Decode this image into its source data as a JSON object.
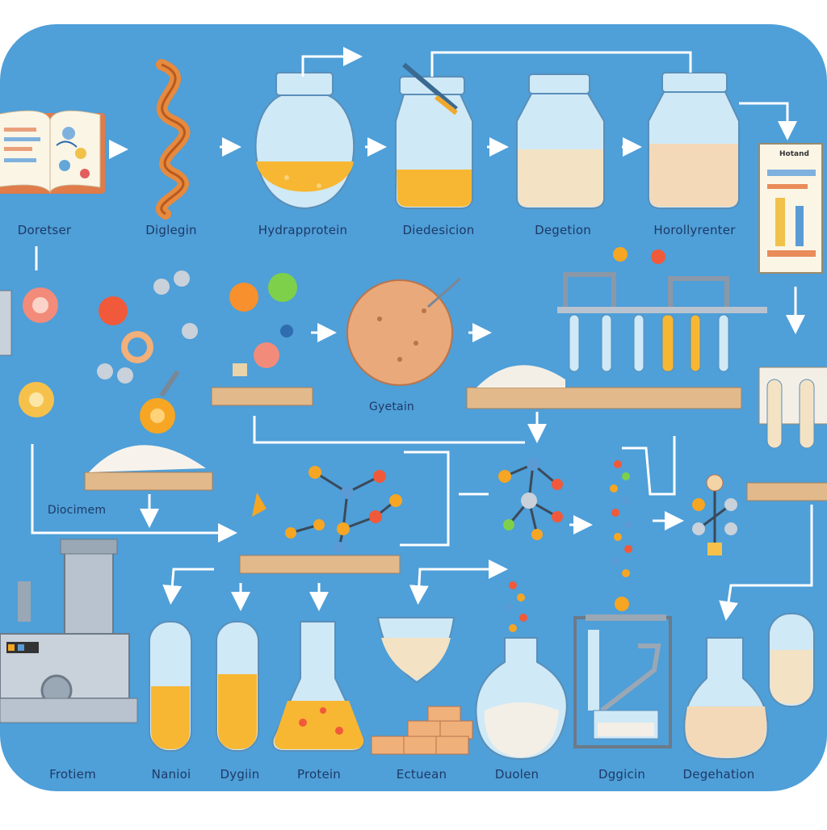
{
  "colors": {
    "background": "#4f9fd8",
    "arrow": "#ffffff",
    "liquid_orange": "#f7b733",
    "liquid_cream": "#f3e2c4",
    "glass": "#cfe9f7",
    "wood": "#e2b98b"
  },
  "labels": {
    "top_row": {
      "a": "Doretser",
      "b": "Diglegin",
      "c": "Hydrapprotein",
      "d": "Diedesicion",
      "e": "Degetion",
      "f": "Horollyrenter"
    },
    "middle": {
      "gyetain": "Gyetain",
      "diocimem": "Diocimem"
    },
    "bottom_row": {
      "a": "Frotiem",
      "b": "Nanioi",
      "c": "Dygiin",
      "d": "Protein",
      "e": "Ectuean",
      "f": "Duolen",
      "g": "Dggicin",
      "h": "Degehation"
    },
    "panel": {
      "title": "Hotand"
    }
  },
  "icons": [
    "book-icon",
    "protein-helix-icon",
    "flask-icon",
    "beaker-icon",
    "test-tube-icon",
    "molecule-icon",
    "apple-icon",
    "orange-icon",
    "powder-pile-icon",
    "machine-icon",
    "bowl-icon",
    "brick-icon",
    "sphere-icon",
    "clipboard-chart-icon"
  ]
}
